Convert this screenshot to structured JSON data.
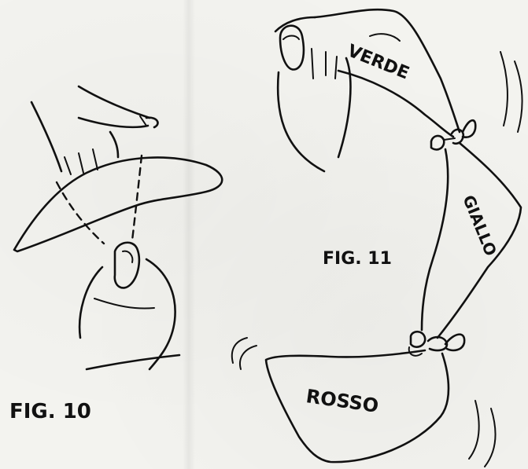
{
  "figures": {
    "fig10": {
      "caption": "FIG. 10"
    },
    "fig11": {
      "caption": "FIG. 11"
    }
  },
  "scarves": {
    "green_label": "VERDE",
    "yellow_label": "GIALLO",
    "red_label": "ROSSO"
  }
}
